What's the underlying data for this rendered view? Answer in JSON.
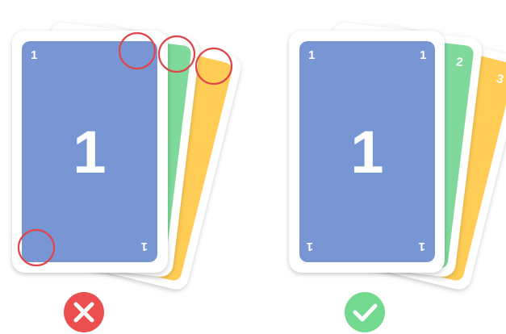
{
  "colors": {
    "blue": "#7896d3",
    "green": "#7fd99a",
    "yellow": "#ffcd56",
    "card_border": "#ffffff",
    "highlight": "#e0454a",
    "bad_badge": "#eb4f4f",
    "good_badge": "#73d98f"
  },
  "panels": {
    "bad": {
      "blue_card": {
        "corner": "1",
        "center": "1"
      },
      "badge_icon": "x-icon"
    },
    "good": {
      "blue_card": {
        "corner": "1",
        "center": "1"
      },
      "green_card": {
        "corner": "2"
      },
      "yellow_card": {
        "corner": "3"
      },
      "badge_icon": "check-icon"
    }
  }
}
